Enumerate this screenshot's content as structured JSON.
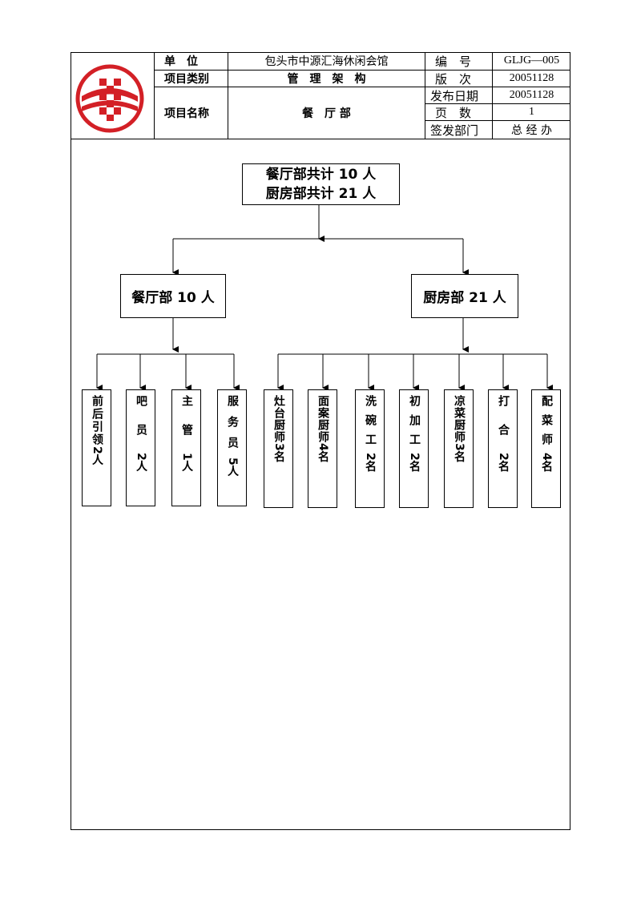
{
  "header": {
    "unit_label": "单　位",
    "unit_value": "包头市中源汇海休闲会馆",
    "category_label": "项目类别",
    "category_value": "管　理　架　构",
    "project_label": "项目名称",
    "project_value": "餐　厅 部",
    "number_label": "编　号",
    "number_value": "GLJG—005",
    "version_label": "版　次",
    "version_value": "20051128",
    "issue_date_label": "发布日期",
    "issue_date_value": "20051128",
    "page_label": "页　数",
    "page_value": "1",
    "issuing_dept_label": "签发部门",
    "issuing_dept_value": "总 经 办"
  },
  "chart": {
    "top_line1": "餐厅部共计 10 人",
    "top_line2": "厨房部共计 21 人",
    "restaurant": "餐厅部 10 人",
    "kitchen": "厨房部 21 人",
    "roles": [
      {
        "name": "前后引领",
        "count": "2人"
      },
      {
        "name": "吧员",
        "count": "2人"
      },
      {
        "name": "主管",
        "count": "1人"
      },
      {
        "name": "服务员",
        "count": "5人"
      },
      {
        "name": "灶台厨师",
        "count": "3名"
      },
      {
        "name": "面案厨师",
        "count": "4名"
      },
      {
        "name": "洗碗工",
        "count": "2名"
      },
      {
        "name": "初加工",
        "count": "2名"
      },
      {
        "name": "凉菜厨师",
        "count": "3名"
      },
      {
        "name": "打合",
        "count": "2名"
      },
      {
        "name": "配菜师",
        "count": "4名"
      }
    ]
  },
  "colors": {
    "logo_red": "#d32026",
    "line": "#000000"
  },
  "icons": {
    "logo": "company-logo-icon"
  }
}
